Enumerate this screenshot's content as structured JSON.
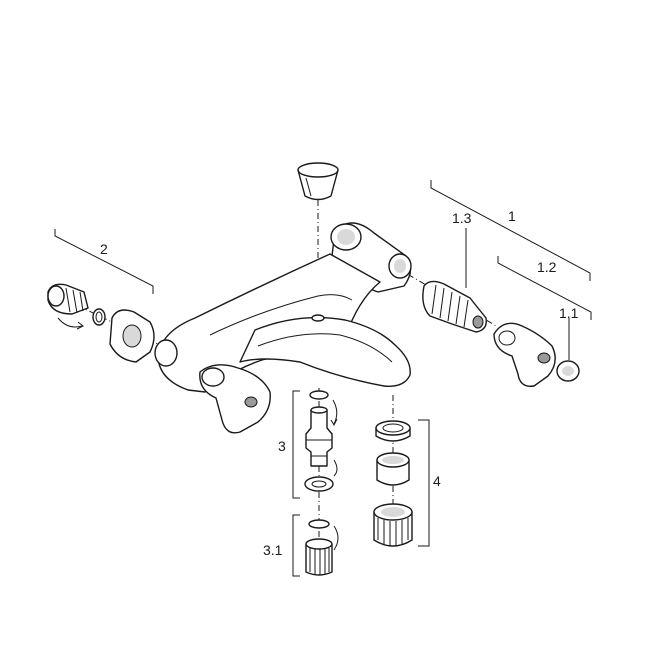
{
  "labels": {
    "assembly_1": "1",
    "sub_1_1": "1.1",
    "sub_1_2": "1.2",
    "sub_1_3": "1.3",
    "assembly_2": "2",
    "assembly_3": "3",
    "sub_3_1": "3.1",
    "assembly_4": "4"
  }
}
